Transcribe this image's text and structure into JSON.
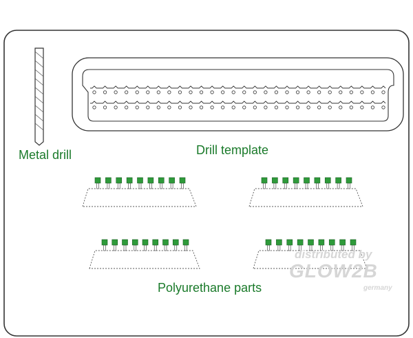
{
  "labels": {
    "metal_drill": "Metal drill",
    "drill_template": "Drill template",
    "polyurethane_parts": "Polyurethane parts"
  },
  "watermark": {
    "line1": "distributed by",
    "line2": "GLOW2B",
    "line3": "germany"
  },
  "template_rows": {
    "holes_per_row": 28,
    "rows": 2
  },
  "parts": {
    "pins_per_part": 9,
    "count": 4
  },
  "colors": {
    "frame": "#333333",
    "label_text": "#1a7a2a",
    "pin_green": "#2e9a3a",
    "watermark": "#d6d6d6"
  }
}
